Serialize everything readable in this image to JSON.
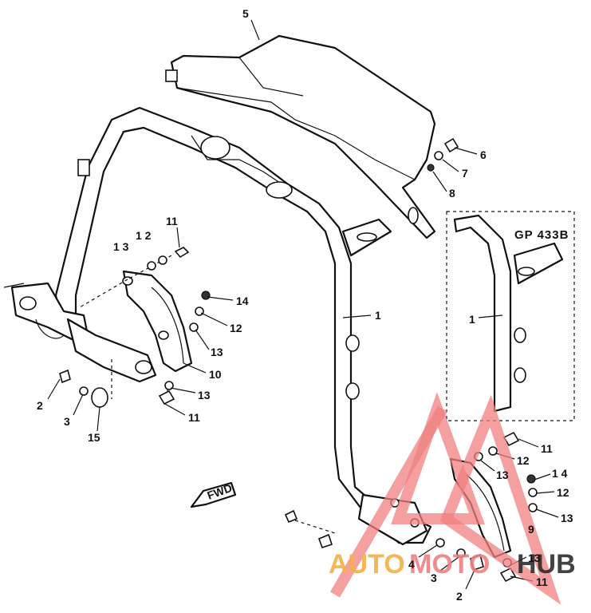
{
  "diagram": {
    "callouts": [
      {
        "id": "c5",
        "text": "5"
      },
      {
        "id": "c6",
        "text": "6"
      },
      {
        "id": "c7",
        "text": "7"
      },
      {
        "id": "c8",
        "text": "8"
      },
      {
        "id": "c11a",
        "text": "11"
      },
      {
        "id": "c12a",
        "text": "1 2"
      },
      {
        "id": "c13a",
        "text": "1 3"
      },
      {
        "id": "c14a",
        "text": "14"
      },
      {
        "id": "c12b",
        "text": "12"
      },
      {
        "id": "c13b",
        "text": "13"
      },
      {
        "id": "c10",
        "text": "10"
      },
      {
        "id": "c13c",
        "text": "13"
      },
      {
        "id": "c11b",
        "text": "11"
      },
      {
        "id": "c2a",
        "text": "2"
      },
      {
        "id": "c3a",
        "text": "3"
      },
      {
        "id": "c15",
        "text": "15"
      },
      {
        "id": "c1a",
        "text": "1"
      },
      {
        "id": "c1b",
        "text": "1"
      },
      {
        "id": "c11c",
        "text": "11"
      },
      {
        "id": "c12c",
        "text": "12"
      },
      {
        "id": "c13d",
        "text": "13"
      },
      {
        "id": "c14b",
        "text": "1 4"
      },
      {
        "id": "c12d",
        "text": "12"
      },
      {
        "id": "c13e",
        "text": "13"
      },
      {
        "id": "c9",
        "text": "9"
      },
      {
        "id": "c13f",
        "text": "13"
      },
      {
        "id": "c11d",
        "text": "11"
      },
      {
        "id": "c4",
        "text": "4"
      },
      {
        "id": "c3b",
        "text": "3"
      },
      {
        "id": "c2b",
        "text": "2"
      }
    ],
    "variant_label": "GP 433B",
    "direction_label": "FWD"
  },
  "watermark": {
    "part1": "AUTO",
    "part2": "MOTO",
    "part3": "HUB",
    "color_red": "#f08080",
    "color_orange": "#f5b041"
  }
}
